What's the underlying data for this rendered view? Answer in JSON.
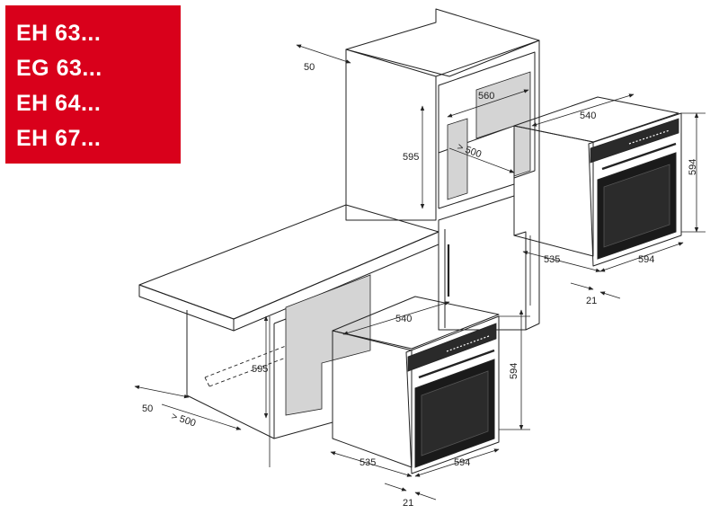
{
  "models": [
    "EH 63...",
    "EG 63...",
    "EH 64...",
    "EH 67..."
  ],
  "dimensions": {
    "column_depth_gap": "50",
    "column_niche_width": "560",
    "column_niche_height": "595",
    "column_back_gap": "> 500",
    "upper_oven_width": "540",
    "upper_oven_height": "594",
    "upper_oven_depth": "535",
    "upper_front_width": "594",
    "upper_front_thickness": "21",
    "counter_niche_height": "595",
    "counter_depth_gap": "50",
    "counter_back_gap": "> 500",
    "lower_oven_width": "540",
    "lower_oven_height": "594",
    "lower_oven_depth": "535",
    "lower_front_width": "594",
    "lower_front_thickness": "21"
  },
  "colors": {
    "label_background": "#d9001b",
    "label_text": "#ffffff",
    "line": "#222222",
    "niche_shade": "#d4d4d4",
    "oven_window": "#1a1a1a",
    "oven_panel": "#2a2a2a"
  }
}
